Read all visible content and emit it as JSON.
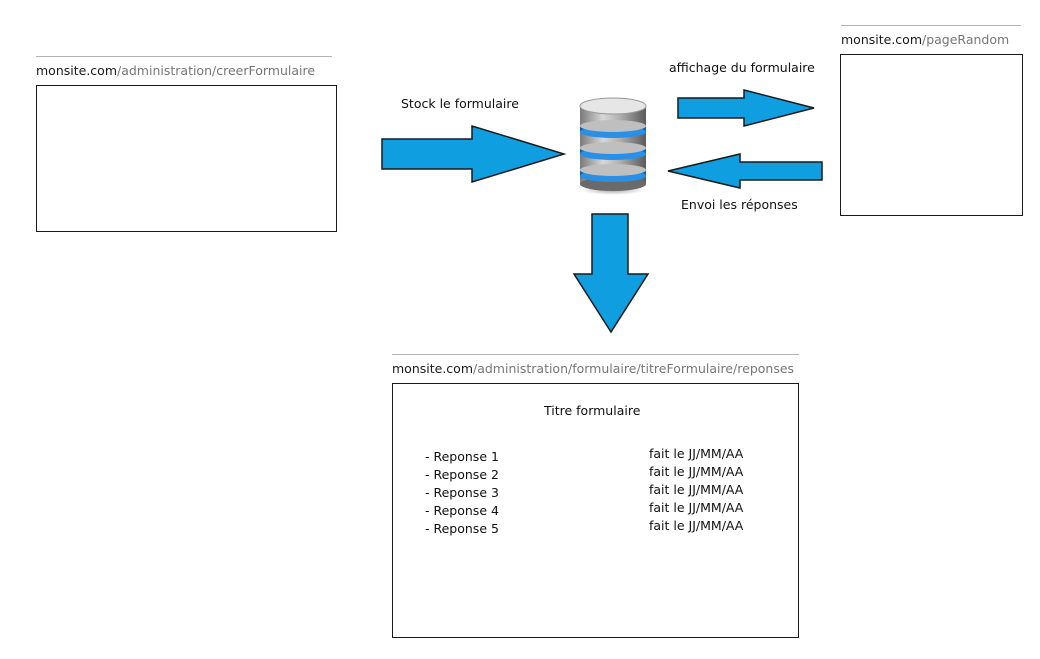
{
  "left_page": {
    "url_domain": "monsite.com",
    "url_path": "/administration/creerFormulaire"
  },
  "right_page": {
    "url_domain": "monsite.com",
    "url_path": "/pageRandom"
  },
  "bottom_page": {
    "url_domain": "monsite.com",
    "url_path": "/administration/formulaire/titreFormulaire/reponses",
    "title": "Titre formulaire",
    "responses": [
      "- Reponse 1",
      "- Reponse 2",
      "- Reponse 3",
      "- Reponse 4",
      "- Reponse 5"
    ],
    "dates": [
      "fait le JJ/MM/AA",
      "fait le JJ/MM/AA",
      "fait le JJ/MM/AA",
      "fait le JJ/MM/AA",
      "fait le JJ/MM/AA"
    ]
  },
  "labels": {
    "store": "Stock le formulaire",
    "display": "affichage du formulaire",
    "send": "Envoi les réponses"
  },
  "colors": {
    "arrow_fill": "#0f9fe0",
    "arrow_stroke": "#1a1a1a",
    "db_accent": "#1e8fff"
  },
  "icons": {
    "database": "database-icon"
  }
}
